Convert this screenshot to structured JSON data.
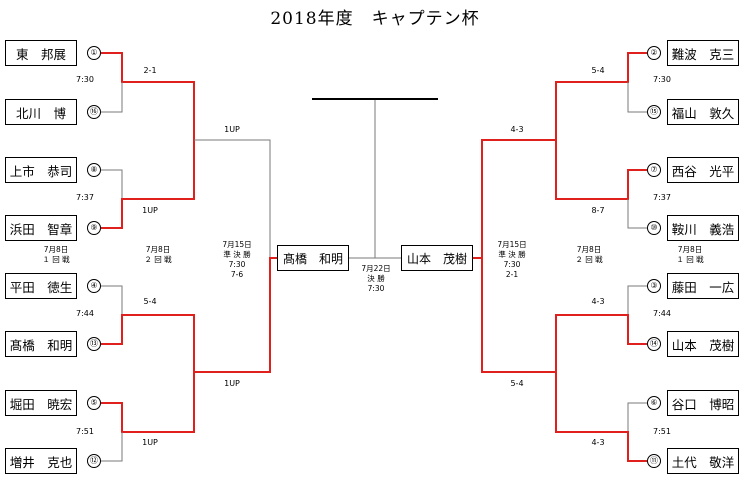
{
  "title": "2018年度　キャプテン杯",
  "left_players": [
    {
      "name": "東　邦展",
      "seed": "①"
    },
    {
      "name": "北川　博",
      "seed": "⑯"
    },
    {
      "name": "上市　恭司",
      "seed": "⑧"
    },
    {
      "name": "浜田　智章",
      "seed": "⑨"
    },
    {
      "name": "平田　徳生",
      "seed": "④"
    },
    {
      "name": "髙橋　和明",
      "seed": "⑬"
    },
    {
      "name": "堀田　暁宏",
      "seed": "⑤"
    },
    {
      "name": "増井　克也",
      "seed": "⑫"
    }
  ],
  "right_players": [
    {
      "name": "難波　克三",
      "seed": "②"
    },
    {
      "name": "福山　敦久",
      "seed": "⑮"
    },
    {
      "name": "西谷　光平",
      "seed": "⑦"
    },
    {
      "name": "鞍川　義浩",
      "seed": "⑩"
    },
    {
      "name": "藤田　一広",
      "seed": "③"
    },
    {
      "name": "山本　茂樹",
      "seed": "⑭"
    },
    {
      "name": "谷口　博昭",
      "seed": "⑥"
    },
    {
      "name": "土代　敬洋",
      "seed": "⑪"
    }
  ],
  "match_times": {
    "left": [
      "7:30",
      "7:37",
      "7:44",
      "7:51"
    ],
    "right": [
      "7:30",
      "7:37",
      "7:44",
      "7:51"
    ]
  },
  "scores": {
    "left_r1": [
      "2-1",
      "1UP",
      "5-4",
      "1UP"
    ],
    "left_r2": [
      "1UP",
      "1UP"
    ],
    "right_r1": [
      "5-4",
      "8-7",
      "4-3",
      "4-3"
    ],
    "right_r2": [
      "4-3",
      "5-4"
    ]
  },
  "round_headers": {
    "left_r1": "7月8日\n１ 回 戦",
    "left_r2": "7月8日\n２ 回 戦",
    "left_sf": "7月15日\n準 決 勝\n7:30\n7-6",
    "right_r1": "7月8日\n１ 回 戦",
    "right_r2": "7月8日\n２ 回 戦",
    "right_sf": "7月15日\n準 決 勝\n7:30\n2-1",
    "final": "7月22日\n決 勝\n7:30"
  },
  "finalists": {
    "left": "髙橋　和明",
    "right": "山本　茂樹"
  },
  "colors": {
    "winner_line": "#e0201c",
    "loser_line": "#7a7a7a",
    "trophy_bar": "#000000"
  }
}
